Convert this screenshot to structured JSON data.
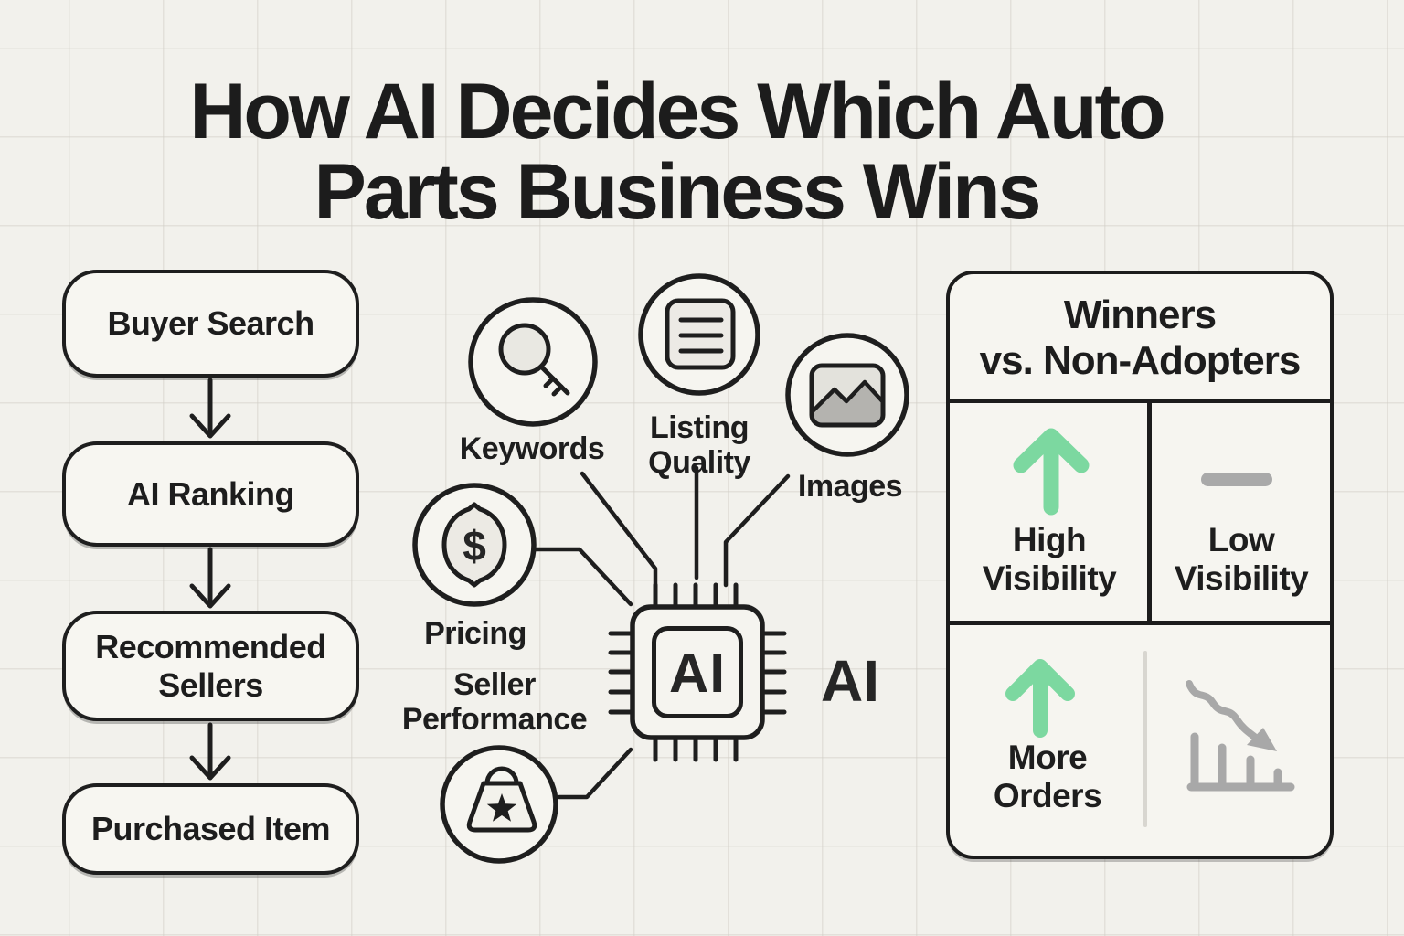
{
  "title": {
    "line1": "How AI Decides Which Auto",
    "line2": "Parts Business Wins"
  },
  "flow": {
    "steps": [
      {
        "label": "Buyer Search"
      },
      {
        "label": "AI Ranking"
      },
      {
        "label": "Recommended Sellers"
      },
      {
        "label": "Purchased Item"
      }
    ]
  },
  "factors": {
    "keywords": {
      "label": "Keywords",
      "icon": "magnifier-key-icon"
    },
    "listing_quality": {
      "label": "Listing Quality",
      "icon": "document-lines-icon"
    },
    "images": {
      "label": "Images",
      "icon": "picture-icon"
    },
    "pricing": {
      "label": "Pricing",
      "symbol": "$",
      "icon": "price-tag-icon"
    },
    "seller_performance": {
      "label": "Seller Performance",
      "icon": "shopping-bag-star-icon"
    }
  },
  "ai": {
    "chip_label": "AI",
    "side_label": "AI"
  },
  "comparison": {
    "title_line1": "Winners",
    "title_line2": "vs. Non-Adopters",
    "cells": [
      {
        "id": "high-visibility",
        "label": "High Visibility",
        "icon": "up-arrow-icon",
        "icon_color": "green"
      },
      {
        "id": "low-visibility",
        "label": "Low Visibility",
        "icon": "dash-icon",
        "icon_color": "gray"
      },
      {
        "id": "more-orders",
        "label": "More Orders",
        "icon": "up-arrow-icon",
        "icon_color": "green"
      },
      {
        "id": "declining-sales",
        "label": "",
        "icon": "declining-chart-icon",
        "icon_color": "gray"
      }
    ]
  },
  "colors": {
    "ink": "#1e1e1e",
    "background": "#f2f1ec",
    "surface": "#f7f6f1",
    "accent_green": "#7cd8a0",
    "neutral_gray": "#a9a9a9"
  }
}
